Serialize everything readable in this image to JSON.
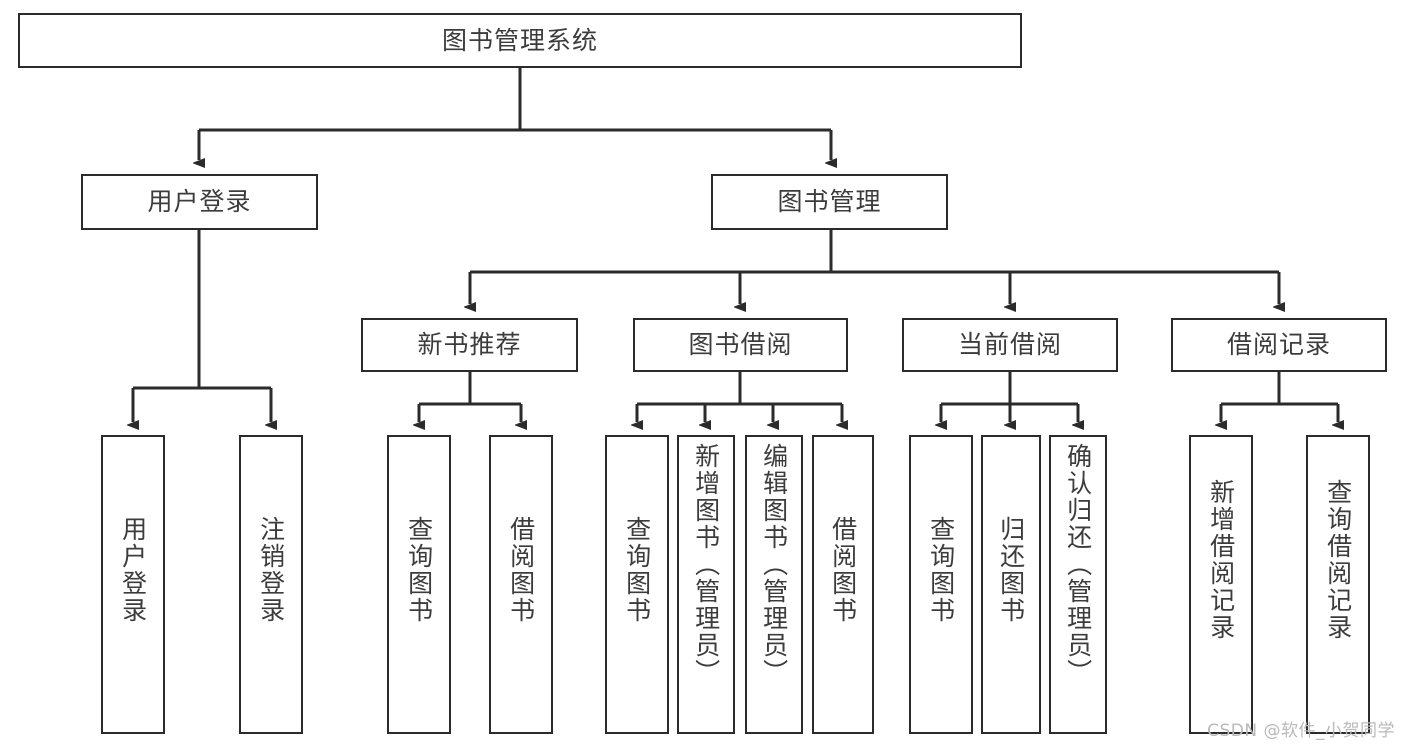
{
  "diagram": {
    "title": "图书管理系统",
    "watermark": "CSDN @软件_小贺同学",
    "colors": {
      "stroke": "#2b2b2b",
      "text": "#3c3c3c",
      "background": "#ffffff",
      "watermark": "#b9b9b9"
    },
    "root": {
      "label": "图书管理系统"
    },
    "level2": [
      {
        "label": "用户登录"
      },
      {
        "label": "图书管理"
      }
    ],
    "level3": [
      {
        "label": "新书推荐"
      },
      {
        "label": "图书借阅"
      },
      {
        "label": "当前借阅"
      },
      {
        "label": "借阅记录"
      }
    ],
    "leaves": {
      "user_login": [
        {
          "label": "用户登录"
        },
        {
          "label": "注销登录"
        }
      ],
      "new_book_recommend": [
        {
          "label": "查询图书"
        },
        {
          "label": "借阅图书"
        }
      ],
      "book_borrow": [
        {
          "label": "查询图书"
        },
        {
          "label": "新增图书（管理员）"
        },
        {
          "label": "编辑图书（管理员）"
        },
        {
          "label": "借阅图书"
        }
      ],
      "current_borrow": [
        {
          "label": "查询图书"
        },
        {
          "label": "归还图书"
        },
        {
          "label": "确认归还（管理员）"
        }
      ],
      "borrow_record": [
        {
          "label": "新增借阅记录"
        },
        {
          "label": "查询借阅记录"
        }
      ]
    }
  }
}
